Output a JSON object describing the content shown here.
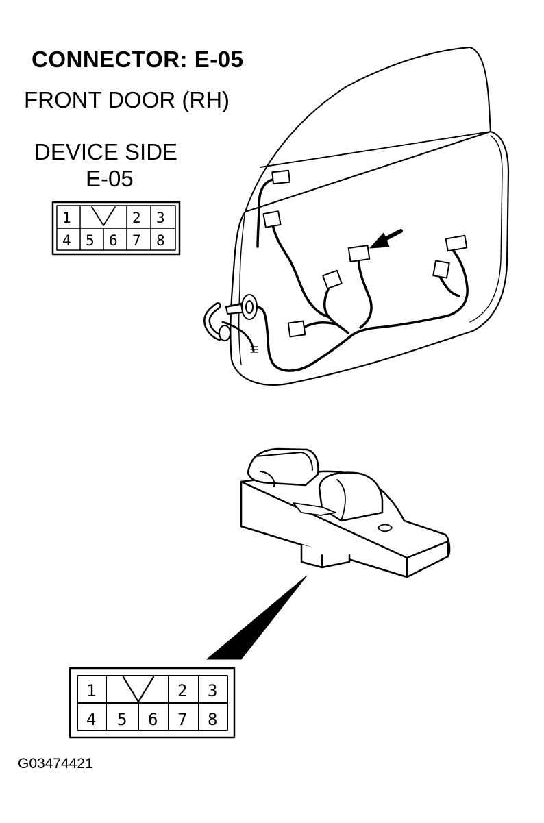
{
  "header": {
    "title": "CONNECTOR: E-05",
    "subtitle": "FRONT DOOR (RH)"
  },
  "device_view": {
    "label": "DEVICE SIDE",
    "code": "E-05"
  },
  "connector_pins": {
    "top_row": [
      "1",
      "2",
      "3"
    ],
    "bottom_row": [
      "4",
      "5",
      "6",
      "7",
      "8"
    ]
  },
  "figure_id": "G03474421"
}
